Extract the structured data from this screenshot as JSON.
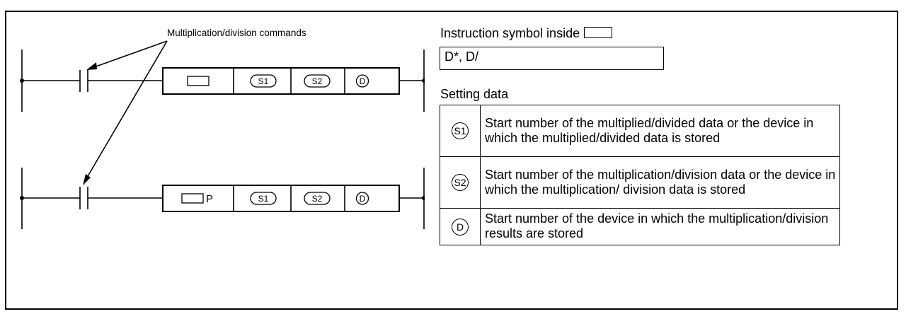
{
  "diagram": {
    "callout_label": "Multiplication/division commands",
    "rung1": {
      "operands": [
        "S1",
        "S2",
        "D"
      ]
    },
    "rung2": {
      "suffix": "P",
      "operands": [
        "S1",
        "S2",
        "D"
      ]
    }
  },
  "instruction": {
    "title": "Instruction symbol inside",
    "value": "D*, D/"
  },
  "setting": {
    "title": "Setting data",
    "rows": [
      {
        "symbol": "S1",
        "description": "Start number of the multiplied/divided data or the device in which the multiplied/divided data is stored"
      },
      {
        "symbol": "S2",
        "description": "Start number of the multiplication/division data or the device in which the multiplication/ division data is stored"
      },
      {
        "symbol": "D",
        "description": "Start number of the device in which the multiplication/division results are stored"
      }
    ]
  }
}
